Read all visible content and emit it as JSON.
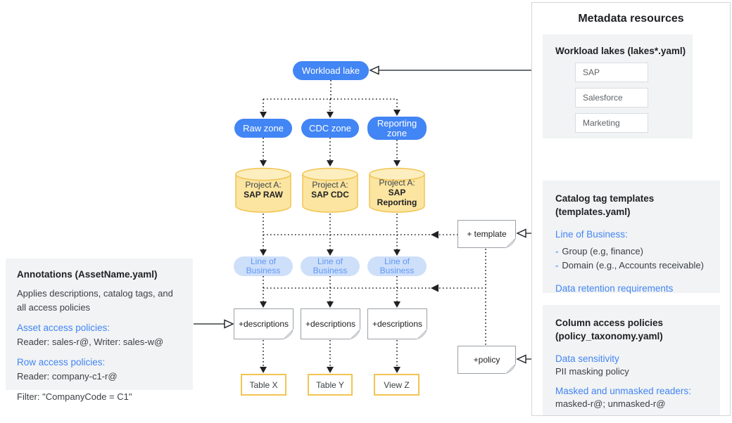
{
  "colors": {
    "primary_blue": "#4285F4",
    "light_blue_fill": "#CEDFFA",
    "light_blue_text": "#5E97F6",
    "cylinder_fill": "#FBE5A0",
    "cylinder_top_fill": "#FCEEBF",
    "gold_border": "#F2C452",
    "panel_gray": "#F1F3F4",
    "text_dark": "#202124",
    "text_body": "#3C4043"
  },
  "diagram": {
    "workload_lake_label": "Workload lake",
    "zones": [
      "Raw zone",
      "CDC zone",
      "Reporting zone"
    ],
    "projects": [
      {
        "line1": "Project A:",
        "line2": "SAP RAW"
      },
      {
        "line1": "Project A:",
        "line2": "SAP CDC"
      },
      {
        "line1": "Project A:",
        "line2": "SAP Reporting"
      }
    ],
    "lob_labels": [
      "Line of Business",
      "Line of Business",
      "Line of Business"
    ],
    "description_notes": [
      "+descriptions",
      "+descriptions",
      "+descriptions"
    ],
    "template_note_label": "+ template",
    "policy_note_label": "+policy",
    "outputs": [
      "Table X",
      "Table Y",
      "View Z"
    ]
  },
  "annotations_panel": {
    "title": "Annotations (AssetName.yaml)",
    "description": "Applies descriptions, catalog tags, and all access policies",
    "asset_heading": "Asset access policies:",
    "asset_value": "Reader: sales-r@, Writer: sales-w@",
    "row_heading": "Row access policies:",
    "row_value": "Reader: company-c1-r@",
    "filter": "Filter: \"CompanyCode = C1\""
  },
  "metadata_panel": {
    "title": "Metadata resources",
    "workload_lakes": {
      "title": "Workload lakes (lakes*.yaml)",
      "items": [
        "SAP",
        "Salesforce",
        "Marketing"
      ]
    },
    "catalog_tags": {
      "title_line1": "Catalog tag templates",
      "title_line2": "(templates.yaml)",
      "lob_heading": "Line of Business:",
      "bullets": [
        "Group (e.g, finance)",
        "Domain (e.g., Accounts receivable)"
      ],
      "retention": "Data retention requirements"
    },
    "column_policies": {
      "title_line1": "Column access policies",
      "title_line2": "(policy_taxonomy.yaml)",
      "sensitivity_heading": "Data sensitivity",
      "sensitivity_value": "PII masking policy",
      "readers_heading": "Masked and unmasked readers:",
      "readers_value": "masked-r@; unmasked-r@"
    }
  }
}
